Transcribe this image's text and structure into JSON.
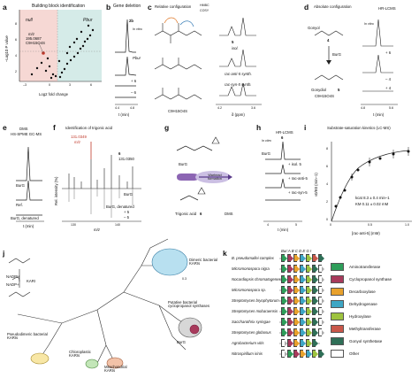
{
  "panels": {
    "a": "a",
    "b": "b",
    "c": "c",
    "d": "d",
    "e": "e",
    "f": "f",
    "g": "g",
    "h": "h",
    "i": "i",
    "j": "j",
    "k": "k"
  },
  "panel_a": {
    "title": "Building block identification",
    "ylabel": "–Log10 P value",
    "xlabel": "Log2 fold change",
    "left_label": "null",
    "right_label": "Pbur",
    "annotation_mz": "m/z",
    "annotation_mass": "195.0687",
    "annotation_formula": "C9H15O4S",
    "x_ticks": [
      "–3",
      "0",
      "3",
      "6"
    ],
    "y_ticks": [
      "2",
      "4",
      "6",
      "8"
    ]
  },
  "panel_b": {
    "title": "Gene deletion",
    "tag": "2b",
    "invitro": "In vitro",
    "label1": "Pbur",
    "label2": "+ 6",
    "label3": "– 6",
    "xlabel": "t (min)",
    "x_ticks": [
      "4.4",
      "4.8"
    ]
  },
  "panel_c": {
    "title": "Relative configuration",
    "legend_hmbc": "HMBC",
    "legend_cosy": "COSY",
    "iso_label": "isol.",
    "anti_label": "rac-anti-5 synth.",
    "syn_label": "rac-syn-5 synth.",
    "compound": "5",
    "formula": "C9H15O4S",
    "xlabel": "δ (ppm)",
    "x_ticks": [
      "4.2",
      "3.6"
    ]
  },
  "panel_d": {
    "title": "Absolute configuration",
    "compound_label": "Gonyol",
    "compound_num": "4",
    "enzyme": "BurG",
    "product_label": "Gonydiol",
    "product_num": "5",
    "formula": "C9H15O4S",
    "hrlcms": "HR-LCMS",
    "invitro": "In vitro",
    "trace1": "+ 6",
    "trace2": "– 4",
    "trace3": "+ 4",
    "xlabel": "t (min)",
    "x_ticks": [
      "4.8",
      "5.6"
    ]
  },
  "panel_e": {
    "title1": "DMS",
    "title2": "HS-SPME GC-MS",
    "trace1": "BurG",
    "trace2": "Ref.",
    "trace3": "BurG, denatured",
    "xlabel": "t (min)"
  },
  "panel_f": {
    "title": "Identification of trigonic acid",
    "mz1": "131.0349",
    "mz1_label": "m/z",
    "mz2": "131.0350",
    "compound": "6",
    "ylabel": "Rel. intensity (%)",
    "xlabel": "m/z",
    "trace1": "BurG",
    "trace2": "BurG, denatured",
    "trace3": "+ 5",
    "trace4": "– 5",
    "x_ticks": [
      "130",
      "140"
    ]
  },
  "panel_g": {
    "enzyme": "BurG",
    "box_label": "Warhead formation",
    "product": "Trigonic acid",
    "product_num": "6",
    "dms": "DMS"
  },
  "panel_h": {
    "title": "HR-LCMS",
    "invitro": "In vitro",
    "enzyme": "BurG",
    "compound": "6",
    "trace1": "+ isol. 5",
    "trace2": "+ rac-anti-5",
    "trace3": "+ rac-syn-5",
    "xlabel": "t (min)",
    "x_ticks": [
      "4",
      "5"
    ]
  },
  "panel_i": {
    "title": "Substrate-saturation kinetics (LC-MS)",
    "kcat": "kcat 8.3 ± 0.4 min–1",
    "km": "KM 0.11 ± 0.02 mM",
    "ylabel": "v0/E0 (min–1)",
    "xlabel": "[rac-anti-5] (mM)",
    "x_ticks": [
      "0",
      "0.5",
      "1.0"
    ],
    "y_ticks": [
      "0",
      "2",
      "4",
      "6",
      "8"
    ]
  },
  "panel_j": {
    "nadph": "NADPH",
    "nadp": "NADP+",
    "kari": "KARI",
    "dimeric": "Dimeric bacterial KARIs",
    "scale": "0.3",
    "putative": "Putative bacterial cyclopropanol synthases",
    "pseudodimeric": "Pseudodimeric bacterial KARIs",
    "chloroplastic": "Chloroplastic KARIs",
    "mitochondrial": "Mitochondrial KARIs",
    "burg": "BurG"
  },
  "panel_k": {
    "gene_header": "Bur:A B C D E G I",
    "organisms": [
      "B. pseudomallei complex",
      "Micromonospora nigra",
      "Nocardiopsis chromatogenes",
      "Micromonospora sp.",
      "Streptomyces bryophytorum",
      "Streptomyces mobaraensis",
      "Saccharothrix syringae",
      "Streptomyces globosus",
      "Agrobacterium vitis",
      "Nitrospirillum irinis"
    ],
    "legend": [
      {
        "label": "Aminotransferase",
        "color": "#2e9e5a"
      },
      {
        "label": "Cyclopropanol synthase",
        "color": "#a83a5c"
      },
      {
        "label": "Decarboxylase",
        "color": "#e8a12c"
      },
      {
        "label": "Dehydrogenase",
        "color": "#3ea6c4"
      },
      {
        "label": "Hydroxylase",
        "color": "#9ec33f"
      },
      {
        "label": "Methyltransferase",
        "color": "#c9574a"
      },
      {
        "label": "Gonyol synthetase",
        "color": "#2f6f57"
      },
      {
        "label": "Other",
        "color": "#ffffff"
      }
    ]
  }
}
